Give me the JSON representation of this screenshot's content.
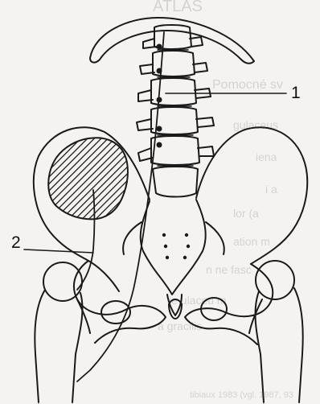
{
  "figure": {
    "callouts": [
      {
        "number": "1"
      },
      {
        "number": "2"
      }
    ],
    "hatched_region": "hatched-abscess",
    "colors": {
      "line": "#1a1a1a",
      "background": "#f4f3f1",
      "bleed_through": "#c9c8c8"
    }
  },
  "bleed_through_text": {
    "heading": "ATLAS",
    "subheading": "Pomocné sv",
    "lines": [
      "gulaceus",
      "iena",
      "i a",
      "lor (a",
      "ation m",
      "n ne fasc",
      "je ulaceu m",
      "a gracilis"
    ],
    "footer": "tibiaux 1983 (vgl. 1987, 93"
  }
}
